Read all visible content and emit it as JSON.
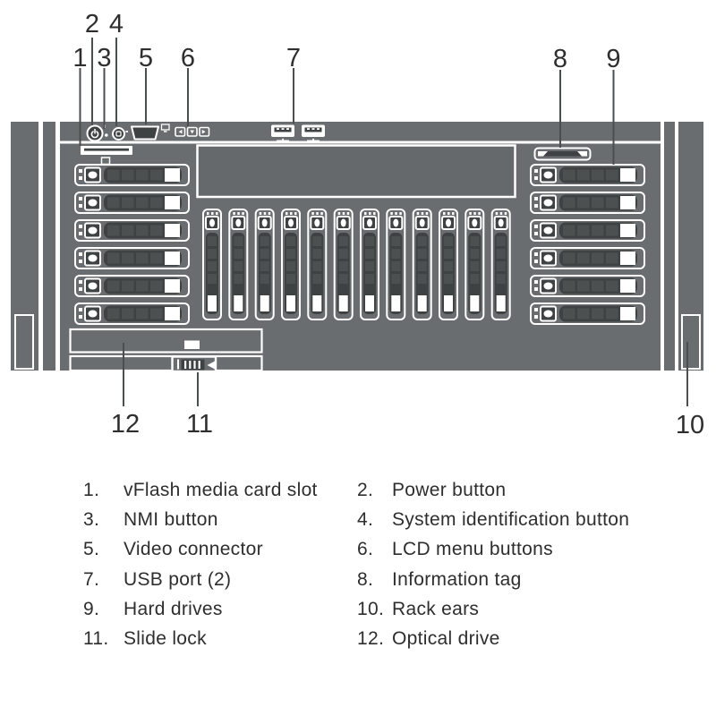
{
  "diagram": {
    "callouts": [
      "1",
      "2",
      "3",
      "4",
      "5",
      "6",
      "7",
      "8",
      "9",
      "10",
      "11",
      "12"
    ]
  },
  "legend": {
    "items": [
      {
        "num": "1.",
        "label": "vFlash media card slot"
      },
      {
        "num": "2.",
        "label": "Power button"
      },
      {
        "num": "3.",
        "label": "NMI button"
      },
      {
        "num": "4.",
        "label": "System identification button"
      },
      {
        "num": "5.",
        "label": "Video connector"
      },
      {
        "num": "6.",
        "label": "LCD menu buttons"
      },
      {
        "num": "7.",
        "label": "USB port (2)"
      },
      {
        "num": "8.",
        "label": "Information tag"
      },
      {
        "num": "9.",
        "label": "Hard drives"
      },
      {
        "num": "10.",
        "label": "Rack ears"
      },
      {
        "num": "11.",
        "label": "Slide lock"
      },
      {
        "num": "12.",
        "label": "Optical drive"
      }
    ]
  },
  "colors": {
    "chassis_gray": "#696d6f",
    "recess_dark": "#3f4243",
    "segment_gray": "#4d5051",
    "outline_white": "#ffffff",
    "callout_text": "#2e2e2e",
    "leader_line": "#4b4e4f",
    "background": "#ffffff"
  }
}
